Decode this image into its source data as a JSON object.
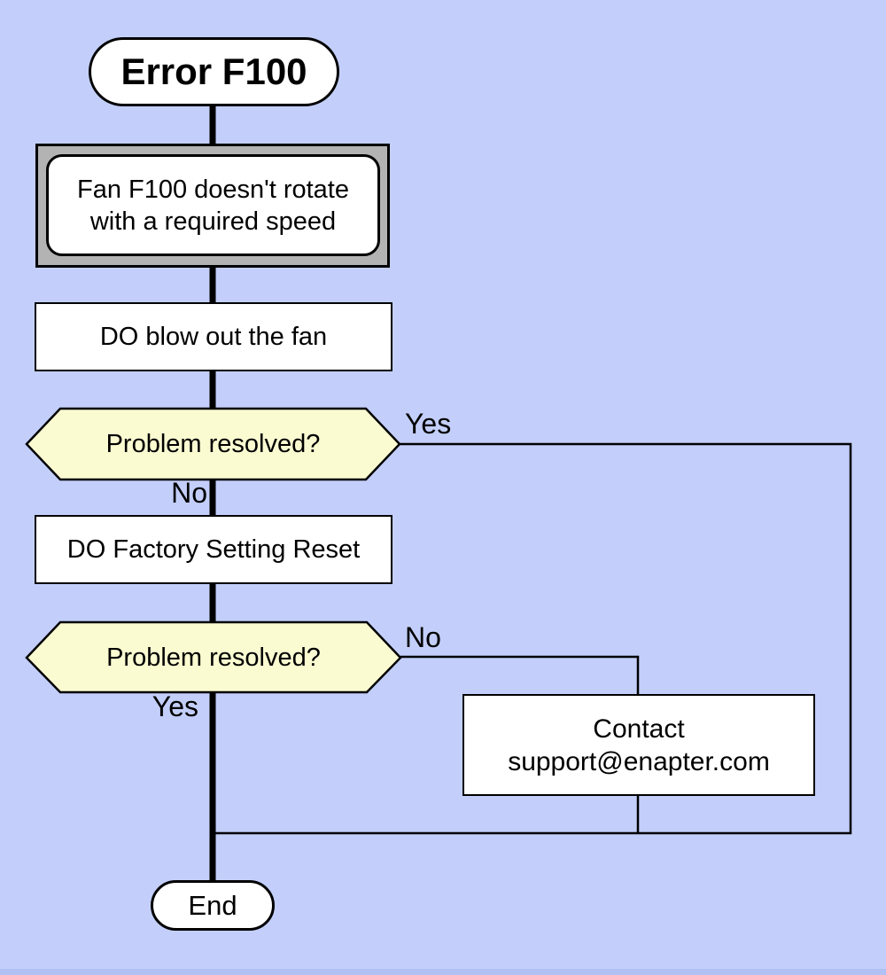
{
  "theme": {
    "background": "#c3cffa",
    "node_fill": "#ffffff",
    "decision_fill": "#fbfbd2",
    "predefined_fill": "#b3b3b3",
    "line_color": "#000000"
  },
  "diagram": {
    "start": {
      "label": "Error F100"
    },
    "fault": {
      "lines": [
        "Fan F100 doesn't rotate",
        "with a required speed"
      ]
    },
    "action_blow": {
      "label": "DO blow out the fan"
    },
    "decision1": {
      "label": "Problem resolved?",
      "yes_label": "Yes",
      "no_label": "No"
    },
    "action_reset": {
      "label": "DO Factory Setting Reset"
    },
    "decision2": {
      "label": "Problem resolved?",
      "no_label": "No",
      "yes_label": "Yes"
    },
    "contact": {
      "lines": [
        "Contact",
        "support@enapter.com"
      ]
    },
    "end": {
      "label": "End"
    }
  }
}
